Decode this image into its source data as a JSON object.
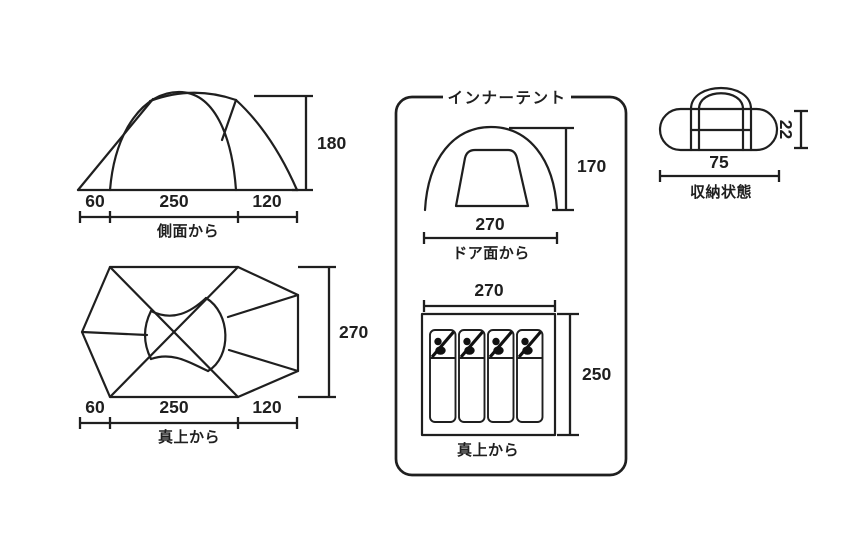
{
  "canvas": {
    "bg_color": "#ffffff",
    "line_color": "#1f1f1f"
  },
  "side_view": {
    "label": "側面から",
    "height_dim": "180",
    "width_dims": [
      "60",
      "250",
      "120"
    ]
  },
  "floor_view": {
    "label": "真上から",
    "depth_dim": "270",
    "width_dims": [
      "60",
      "250",
      "120"
    ]
  },
  "inner_tent": {
    "title": "インナーテント",
    "door_view": {
      "label": "ドア面から",
      "width_dim": "270",
      "height_dim": "170"
    },
    "floor_view": {
      "label": "真上から",
      "width_dim": "270",
      "depth_dim": "250",
      "sleeping_bags": 4
    }
  },
  "packed_view": {
    "label": "収納状態",
    "width_dim": "75",
    "height_dim": "22"
  }
}
